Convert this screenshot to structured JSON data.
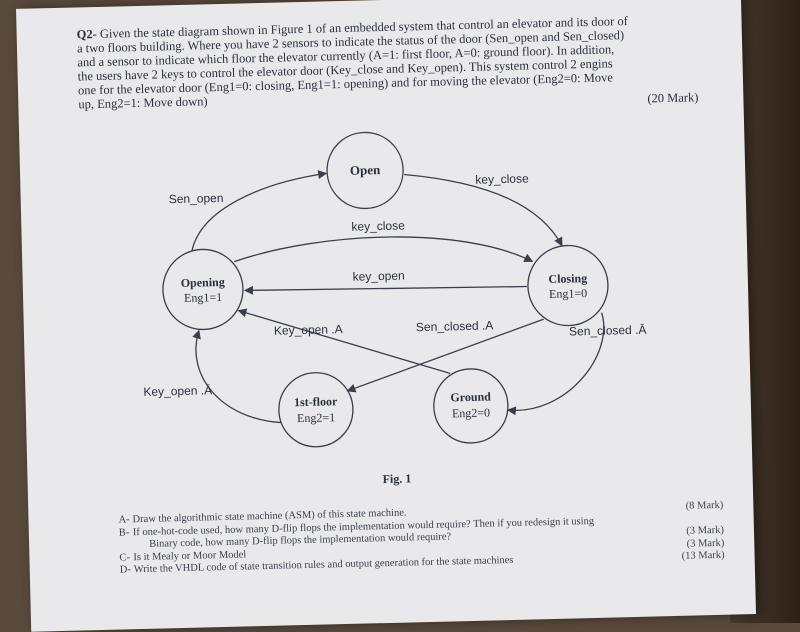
{
  "question": {
    "number": "Q2-",
    "text_lines": [
      "Given the state diagram shown in Figure 1 of an embedded system that control an elevator and its door of",
      "a two floors building. Where you have 2 sensors to indicate the status of the door (Sen_open and Sen_closed)",
      "and a sensor to indicate which floor the elevator currently (A=1: first floor, A=0: ground floor). In addition,",
      "the users have 2 keys to control the elevator door (Key_close and Key_open). This system control 2 engins",
      "one for the elevator door (Eng1=0: closing, Eng1=1: opening) and for moving the elevator (Eng2=0: Move",
      "up, Eng2=1: Move down)"
    ],
    "mark": "(20 Mark)"
  },
  "diagram": {
    "states": {
      "open": {
        "name": "Open",
        "output": ""
      },
      "opening": {
        "name": "Opening",
        "output": "Eng1=1"
      },
      "closing": {
        "name": "Closing",
        "output": "Eng1=0"
      },
      "first_floor": {
        "name": "1st-floor",
        "output": "Eng2=1"
      },
      "ground": {
        "name": "Ground",
        "output": "Eng2=0"
      }
    },
    "transitions": {
      "sen_open": "Sen_open",
      "key_close_top": "key_close",
      "key_close_mid": "key_close",
      "key_open": "key_open",
      "key_open_a": "Key_open .A",
      "sen_closed_a": "Sen_closed .A",
      "sen_closed_not_a": "Sen_closed .Ā",
      "key_open_not_a": "Key_open .Ā"
    },
    "caption": "Fig. 1"
  },
  "parts": [
    {
      "label": "A-",
      "text": "Draw the algorithmic state machine (ASM) of this state machine.",
      "mark": "(8 Mark)"
    },
    {
      "label": "B-",
      "text": "If one-hot-code used, how many D-flip flops the implementation would require? Then if you redesign it using",
      "mark": ""
    },
    {
      "label": "",
      "text": "Binary code, how many D-flip flops the implementation would require?",
      "mark": "(3 Mark)"
    },
    {
      "label": "C-",
      "text": "Is it Mealy or Moor Model",
      "mark": "(3 Mark)"
    },
    {
      "label": "D-",
      "text": "Write the VHDL code of state transition rules and output generation for the state machines",
      "mark": "(13 Mark)"
    }
  ]
}
